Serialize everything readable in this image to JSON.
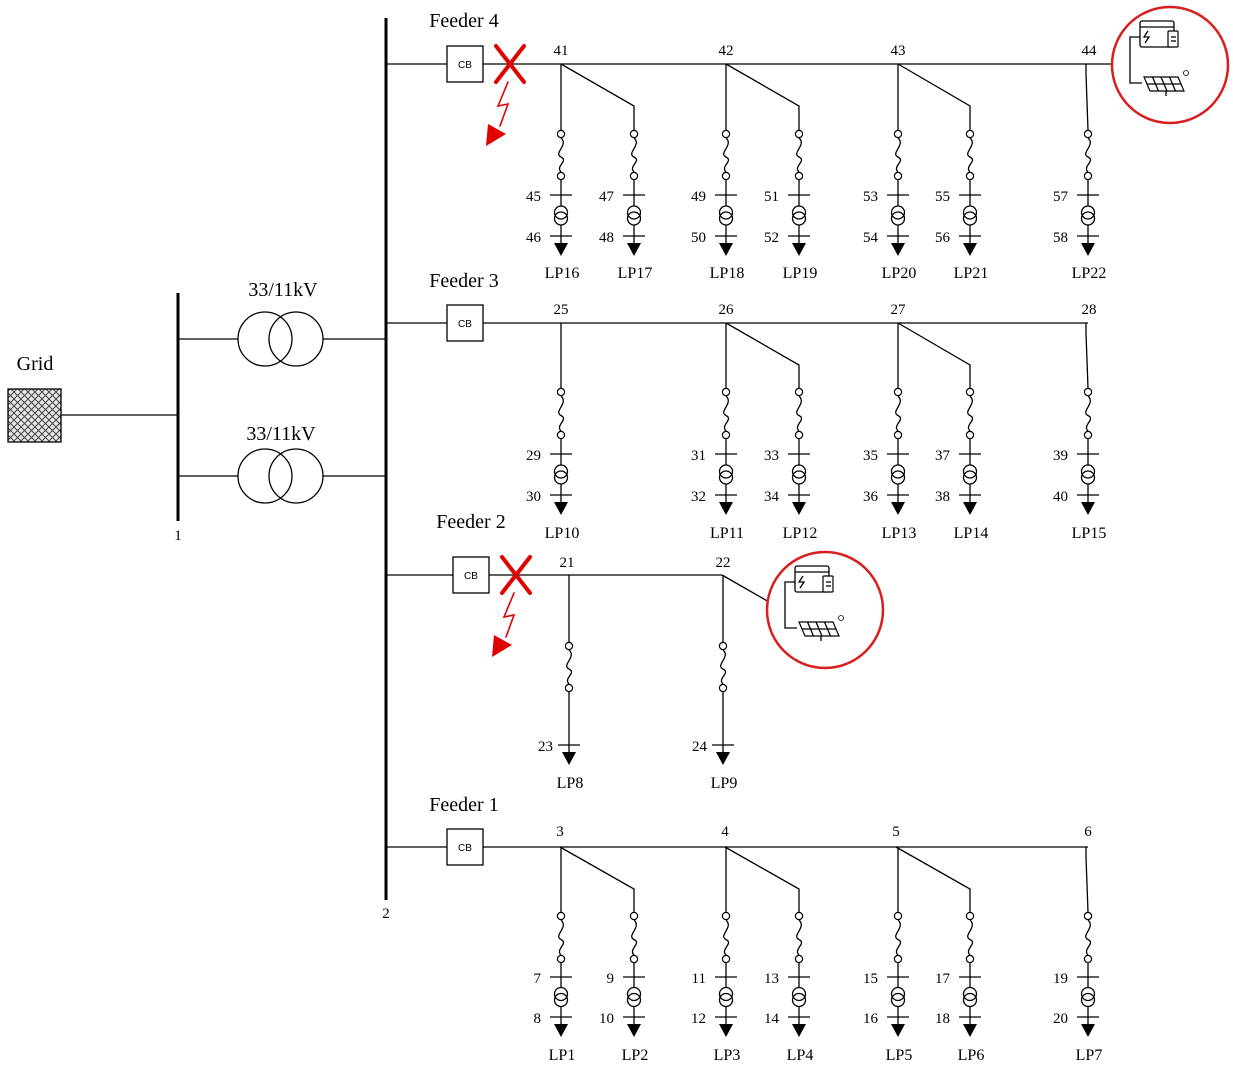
{
  "colors": {
    "line": "#000000",
    "fault": "#e00000",
    "highlight_ring": "#d81e1e"
  },
  "grid": {
    "label": "Grid"
  },
  "buses": {
    "hv_bus": "1",
    "mv_bus": "2"
  },
  "transformers": [
    {
      "label": "33/11kV"
    },
    {
      "label": "33/11kV"
    }
  ],
  "breaker_label": "CB",
  "feeders": [
    {
      "name": "Feeder 4",
      "nodes": [
        "41",
        "42",
        "43",
        "44"
      ],
      "fault": true,
      "der_at_end": true,
      "loads": [
        {
          "top": "45",
          "bottom": "46",
          "label": "LP16",
          "transformer": true
        },
        {
          "top": "47",
          "bottom": "48",
          "label": "LP17",
          "transformer": true
        },
        {
          "top": "49",
          "bottom": "50",
          "label": "LP18",
          "transformer": true
        },
        {
          "top": "51",
          "bottom": "52",
          "label": "LP19",
          "transformer": true
        },
        {
          "top": "53",
          "bottom": "54",
          "label": "LP20",
          "transformer": true
        },
        {
          "top": "55",
          "bottom": "56",
          "label": "LP21",
          "transformer": true
        },
        {
          "top": "57",
          "bottom": "58",
          "label": "LP22",
          "transformer": true
        }
      ]
    },
    {
      "name": "Feeder 3",
      "nodes": [
        "25",
        "26",
        "27",
        "28"
      ],
      "fault": false,
      "der_at_end": false,
      "loads": [
        {
          "top": "29",
          "bottom": "30",
          "label": "LP10",
          "transformer": true
        },
        {
          "top": "31",
          "bottom": "32",
          "label": "LP11",
          "transformer": true
        },
        {
          "top": "33",
          "bottom": "34",
          "label": "LP12",
          "transformer": true
        },
        {
          "top": "35",
          "bottom": "36",
          "label": "LP13",
          "transformer": true
        },
        {
          "top": "37",
          "bottom": "38",
          "label": "LP14",
          "transformer": true
        },
        {
          "top": "39",
          "bottom": "40",
          "label": "LP15",
          "transformer": true
        }
      ]
    },
    {
      "name": "Feeder 2",
      "nodes": [
        "21",
        "22"
      ],
      "fault": true,
      "der_at_end": true,
      "loads": [
        {
          "top": "23",
          "label": "LP8",
          "transformer": false
        },
        {
          "top": "24",
          "label": "LP9",
          "transformer": false
        }
      ]
    },
    {
      "name": "Feeder 1",
      "nodes": [
        "3",
        "4",
        "5",
        "6"
      ],
      "fault": false,
      "der_at_end": false,
      "loads": [
        {
          "top": "7",
          "bottom": "8",
          "label": "LP1",
          "transformer": true
        },
        {
          "top": "9",
          "bottom": "10",
          "label": "LP2",
          "transformer": true
        },
        {
          "top": "11",
          "bottom": "12",
          "label": "LP3",
          "transformer": true
        },
        {
          "top": "13",
          "bottom": "14",
          "label": "LP4",
          "transformer": true
        },
        {
          "top": "15",
          "bottom": "16",
          "label": "LP5",
          "transformer": true
        },
        {
          "top": "17",
          "bottom": "18",
          "label": "LP6",
          "transformer": true
        },
        {
          "top": "19",
          "bottom": "20",
          "label": "LP7",
          "transformer": true
        }
      ]
    }
  ],
  "icons": {
    "storage": "battery-storage-icon",
    "solar": "solar-panel-icon"
  }
}
